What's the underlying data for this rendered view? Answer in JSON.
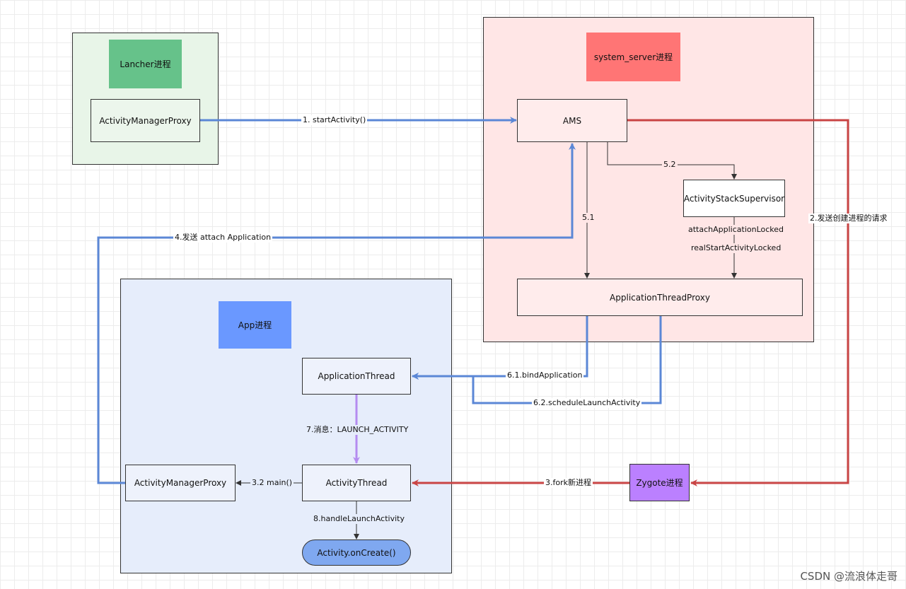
{
  "regions": {
    "launcher": {
      "title": "Lancher进程"
    },
    "system_server": {
      "title": "system_server进程"
    },
    "app": {
      "title": "App进程"
    }
  },
  "nodes": {
    "launcher_amp": "ActivityManagerProxy",
    "ams": "AMS",
    "ass": "ActivityStackSupervisor",
    "atp": "ApplicationThreadProxy",
    "app_thread": "ApplicationThread",
    "activity_thread": "ActivityThread",
    "app_amp": "ActivityManagerProxy",
    "on_create": "Activity.onCreate()",
    "zygote": "Zygote进程"
  },
  "edges": {
    "start_activity": "1. startActivity()",
    "create_process": "2.发送创建进程的请求",
    "fork": "3.fork新进程",
    "main": "3.2 main()",
    "attach": "4.发送 attach Application",
    "e51": "5.1",
    "e52": "5.2",
    "attach_locked": "attachApplicationLocked",
    "real_start": "realStartActivityLocked",
    "bind_app": "6.1.bindApplication",
    "schedule_launch": "6.2.scheduleLaunchActivity",
    "launch_msg": "7.消息：LAUNCH_ACTIVITY",
    "handle_launch": "8.handleLaunchActivity"
  },
  "colors": {
    "blue_arrow": "#5b87d6",
    "red_arrow": "#c94444",
    "purple_arrow": "#b48cf0",
    "black_arrow": "#333333",
    "launcher_bg": "#e8f5e8",
    "launcher_tag": "#66c28a",
    "system_bg": "#ffe6e6",
    "system_tag": "#ff7575",
    "app_bg": "#e6edfb",
    "app_tag": "#6a98ff",
    "zygote": "#bb80ff",
    "on_create": "#7fa8f0"
  },
  "watermark": "CSDN @流浪体走哥"
}
